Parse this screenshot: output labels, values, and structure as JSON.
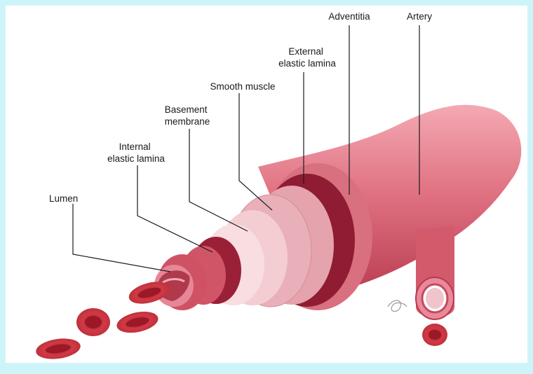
{
  "labels": {
    "lumen": "Lumen",
    "internal_elastic_lamina": [
      "Internal",
      "elastic lamina"
    ],
    "basement_membrane": [
      "Basement",
      "membrane"
    ],
    "smooth_muscle": "Smooth muscle",
    "external_elastic_lamina": [
      "External",
      "elastic lamina"
    ],
    "adventitia": "Adventitia",
    "artery": "Artery"
  },
  "colors": {
    "outer_border": "#cdf5f9",
    "background": "#ffffff",
    "adventitia": "#d25a6a",
    "external_elastic_lamina": "#8f1c33",
    "smooth_muscle": "#e3a0ab",
    "basement_membrane": "#f6d7db",
    "internal_elastic_lamina": "#9a2038",
    "intima": "#d05567",
    "red_blood_cell": "#c8323e",
    "text": "#1a1a1a"
  },
  "icons": [
    "red-blood-cell-icon",
    "signature-mark-icon"
  ]
}
